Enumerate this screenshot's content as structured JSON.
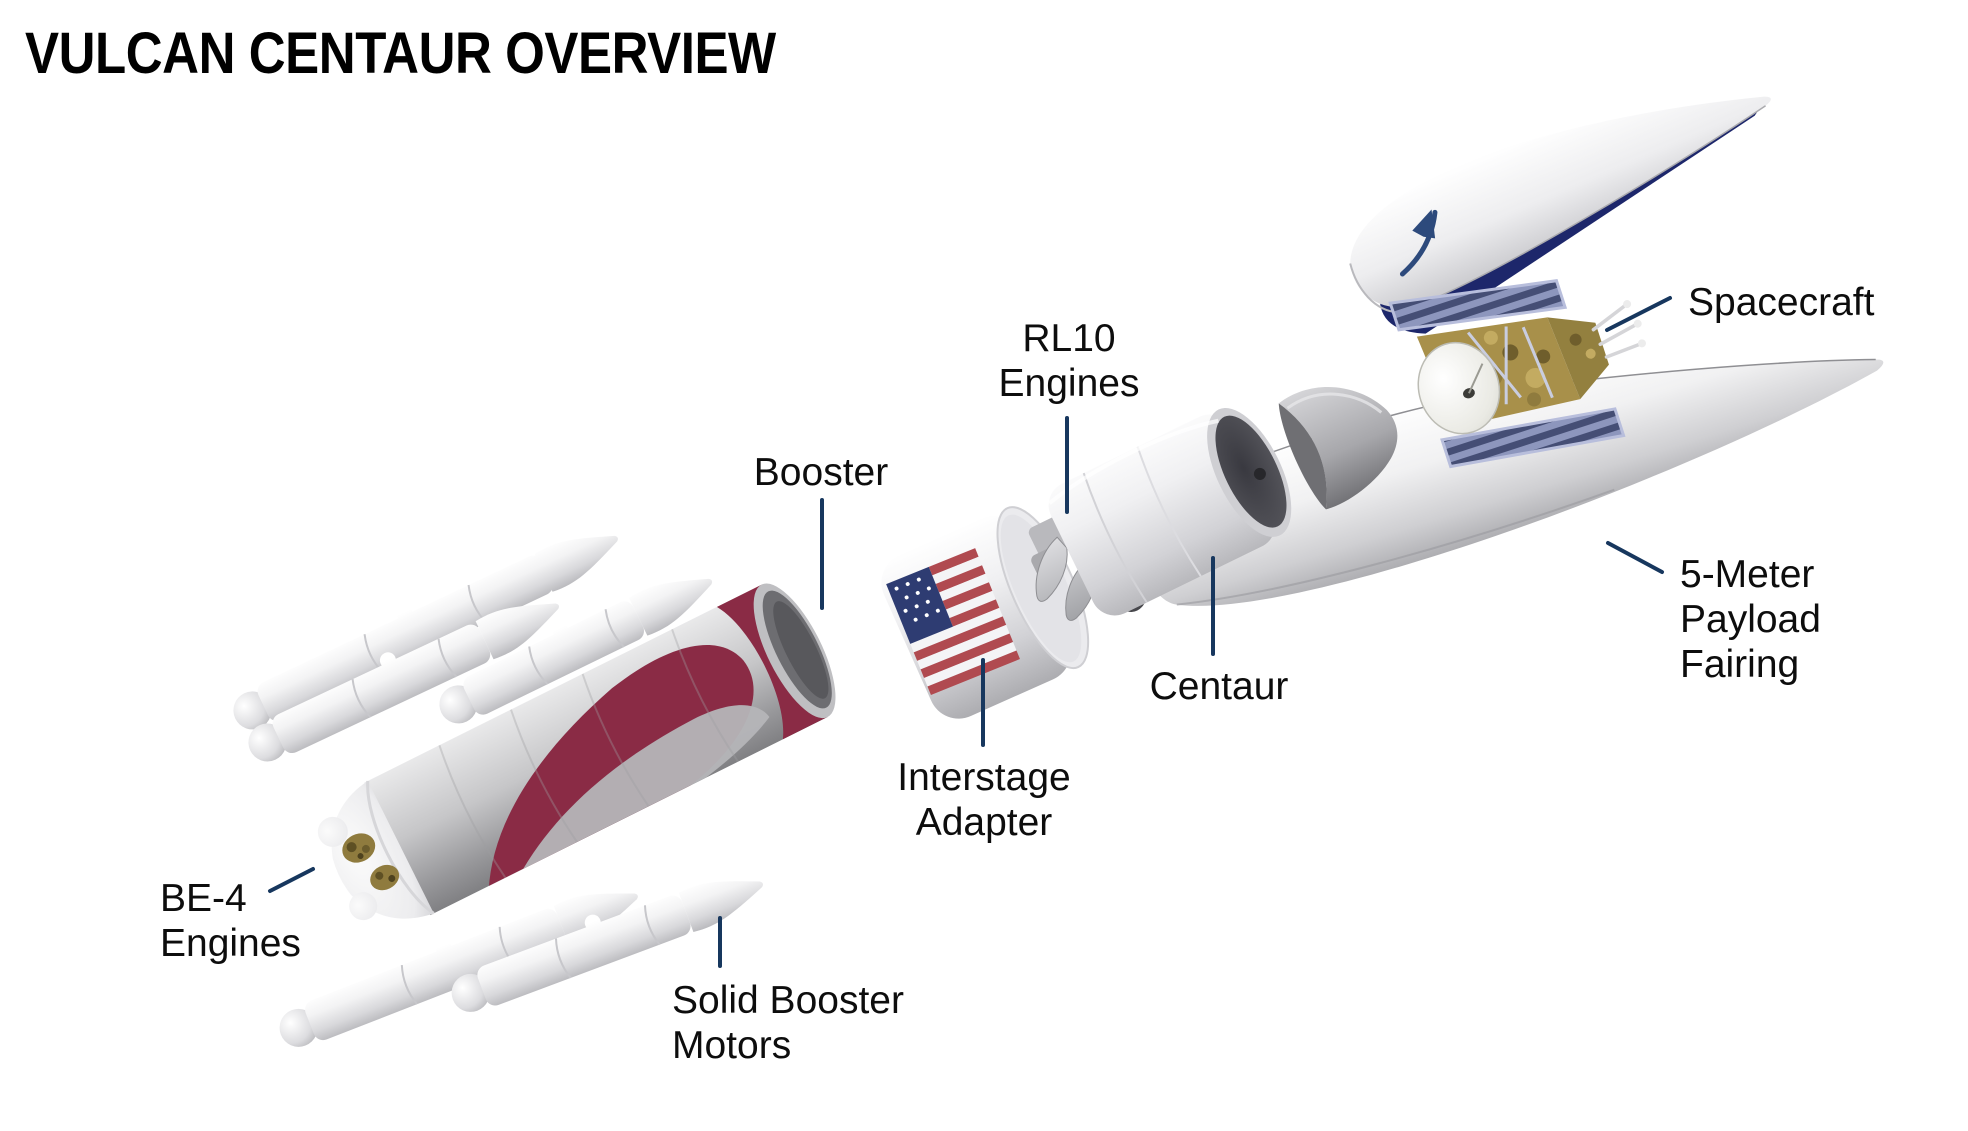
{
  "title": "VULCAN CENTAUR OVERVIEW",
  "labels": {
    "booster": "Booster",
    "rl10_engines": "RL10\nEngines",
    "spacecraft": "Spacecraft",
    "payload_fairing": "5-Meter\nPayload\nFairing",
    "centaur": "Centaur",
    "interstage_adapter": "Interstage\nAdapter",
    "be4_engines": "BE-4\nEngines",
    "solid_booster_motors": "Solid Booster\nMotors"
  },
  "colors": {
    "label_text": "#0d0d0d",
    "leader_line": "#17375E",
    "booster_accent_maroon": "#8A2B45",
    "fairing_inner_navy": "#1D276B",
    "us_flag_canton": "#2E3C72",
    "us_flag_stripe_red": "#B04A50",
    "spacecraft_gold": "#A8904A",
    "solar_panel_blue": "#8D96BD"
  }
}
